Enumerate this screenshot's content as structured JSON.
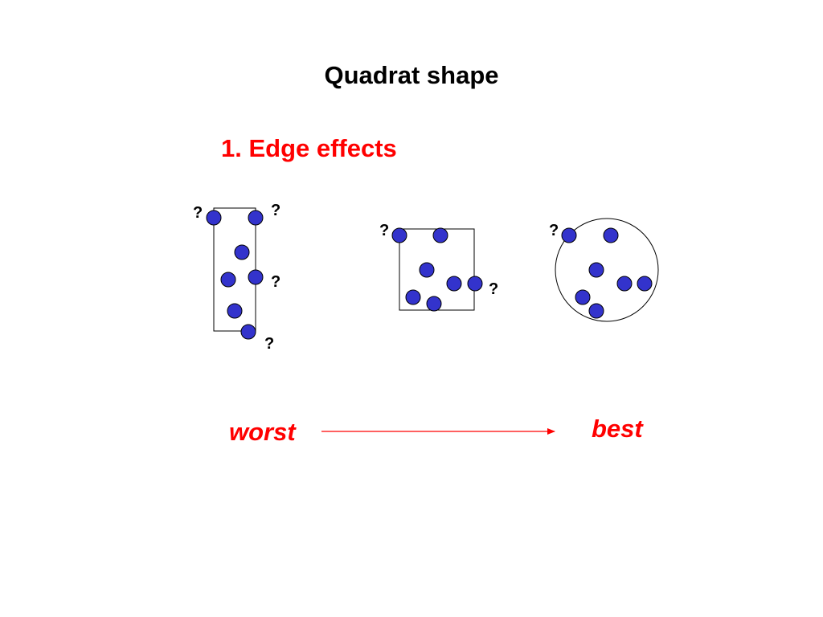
{
  "slide": {
    "title": "Quadrat shape",
    "subtitle": "1. Edge effects",
    "worst_label": "worst",
    "best_label": "best",
    "question_mark": "?"
  },
  "colors": {
    "accent_red": "#ff0000",
    "dot_fill": "#3333cc",
    "dot_stroke": "#000000",
    "outline": "#000000",
    "text": "#000000"
  },
  "quadrats": [
    {
      "name": "rectangle",
      "shape": "tall-rectangle",
      "edge_question_marks": 4,
      "individuals": 7
    },
    {
      "name": "square",
      "shape": "square",
      "edge_question_marks": 2,
      "individuals": 7
    },
    {
      "name": "circle",
      "shape": "circle",
      "edge_question_marks": 1,
      "individuals": 7
    }
  ]
}
